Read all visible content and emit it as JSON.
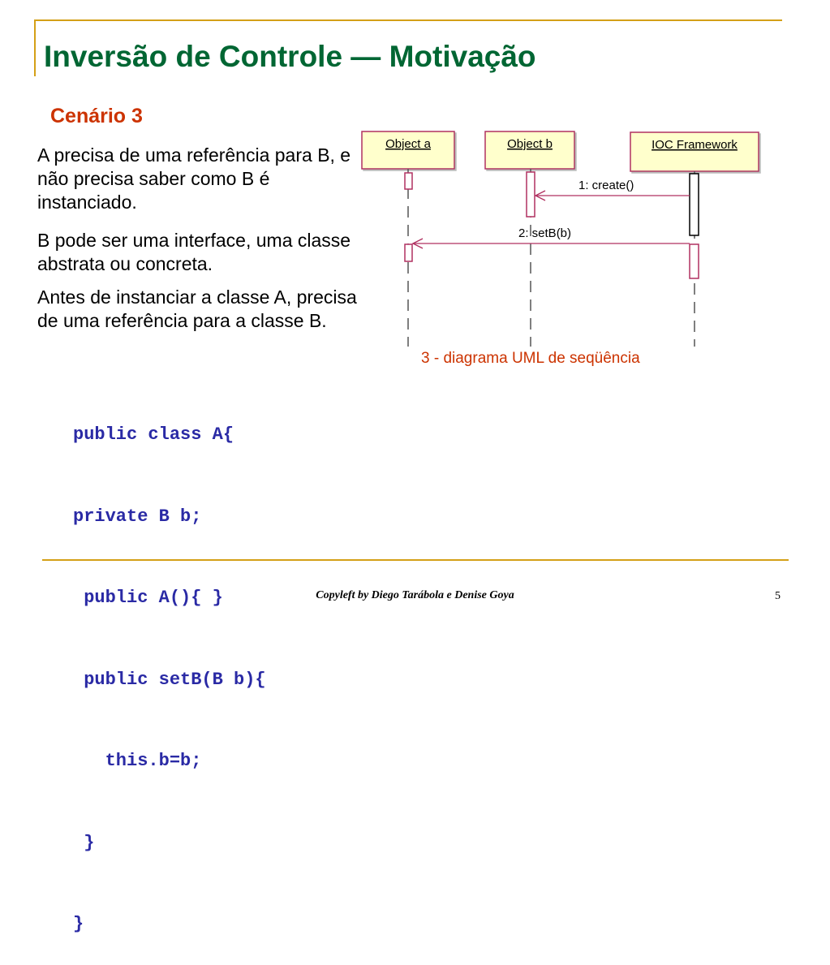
{
  "slide": {
    "title": "Inversão de Controle — Motivação",
    "subtitle": "Cenário 3",
    "paragraphs": [
      "A precisa de uma referência para B, e não precisa saber como B é instanciado.",
      "B pode ser uma interface, uma classe abstrata ou concreta.",
      "Antes de instanciar a classe A, precisa de uma referência para a classe B."
    ],
    "code_lines": [
      "public class A{",
      "private B b;",
      " public A(){ }",
      " public setB(B b){",
      "   this.b=b;",
      " }",
      "}"
    ]
  },
  "diagram": {
    "objects": [
      "Object a",
      "Object b",
      "IOC Framework"
    ],
    "messages": [
      "1: create()",
      "2: setB(b)"
    ],
    "caption": "3 - diagrama UML de seqüência"
  },
  "footer": {
    "credit": "Copyleft by Diego Tarábola e Denise Goya",
    "page": "5"
  },
  "colors": {
    "title": "#006633",
    "subtitle": "#cc3300",
    "code": "#2a2aa5",
    "frame": "#d4a017",
    "object_fill": "#ffffcc",
    "object_border": "#b03060",
    "arrow": "#b03060"
  }
}
